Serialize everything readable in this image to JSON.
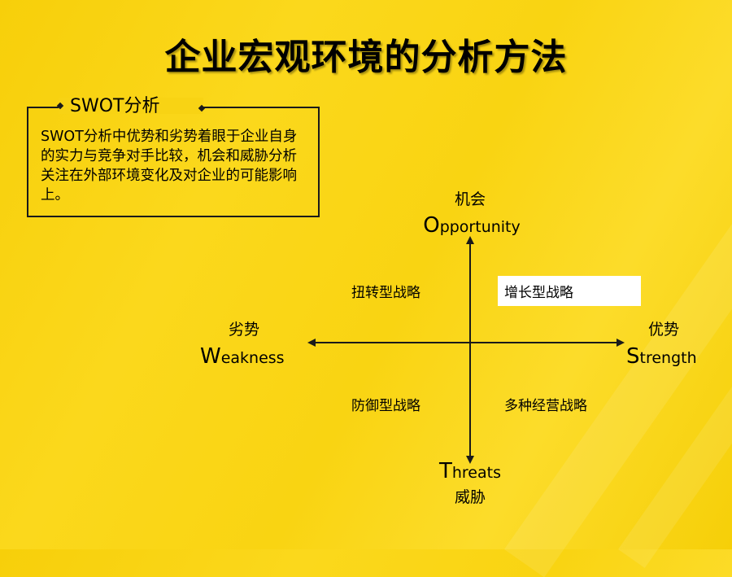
{
  "title": "企业宏观环境的分析方法",
  "swot": {
    "label": "SWOT分析",
    "description": "SWOT分析中优势和劣势着眼于企业自身的实力与竞争对手比较，机会和威胁分析关注在外部环境变化及对企业的可能影响上。"
  },
  "axes": {
    "top": {
      "cn": "机会",
      "first": "O",
      "rest": "pportunity"
    },
    "bottom": {
      "cn": "威胁",
      "first": "T",
      "rest": "hreats"
    },
    "left": {
      "cn": "劣势",
      "first": "W",
      "rest": "eakness"
    },
    "right": {
      "cn": "优势",
      "first": "S",
      "rest": "trength"
    }
  },
  "quadrants": {
    "top_left": "扭转型战略",
    "top_right": "增长型战略",
    "bottom_left": "防御型战略",
    "bottom_right": "多种经营战略"
  },
  "colors": {
    "background": "#f9d412",
    "highlight": "#ffffff",
    "line": "#1a1a1a"
  }
}
